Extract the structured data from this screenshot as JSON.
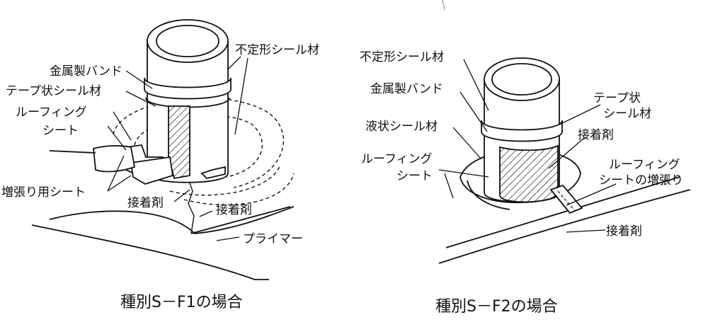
{
  "left": {
    "caption": "種別S－F1の場合",
    "labels": {
      "futeikei": "不定形シール材",
      "kinzoku": "金属製バンド",
      "tape": "テープ状シール材",
      "roofing_1": "ルーフィング",
      "roofing_2": "シート",
      "mashibari": "増張り用シート",
      "secchaku_a": "接着剤",
      "secchaku_b": "接着剤",
      "primer": "プライマー"
    }
  },
  "right": {
    "caption": "種別S－F2の場合",
    "labels": {
      "futeikei": "不定形シール材",
      "kinzoku": "金属製バンド",
      "tape_1": "テープ状",
      "tape_2": "シール材",
      "ekijo": "液状シール材",
      "roofing_1": "ルーフィング",
      "roofing_2": "シート",
      "secchaku_a": "接着剤",
      "mashi_1": "ルーフィング",
      "mashi_2": "シートの増張り",
      "secchaku_b": "接着剤"
    }
  },
  "colors": {
    "line": "#111111",
    "background": "#ffffff"
  }
}
